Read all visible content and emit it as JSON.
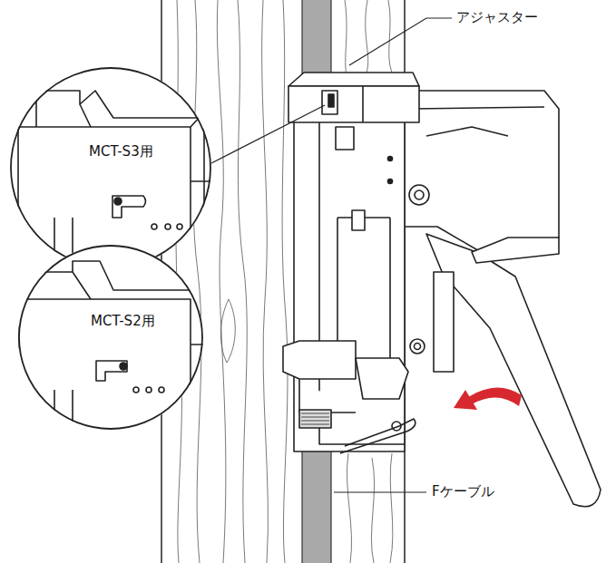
{
  "diagram": {
    "nodes": [
      {
        "text": [
          "MCT-S3用"
        ]
      },
      {
        "text": [
          "MCT-S2用"
        ]
      }
    ],
    "labels": [
      "アジャスター",
      "Fケーブル"
    ]
  }
}
